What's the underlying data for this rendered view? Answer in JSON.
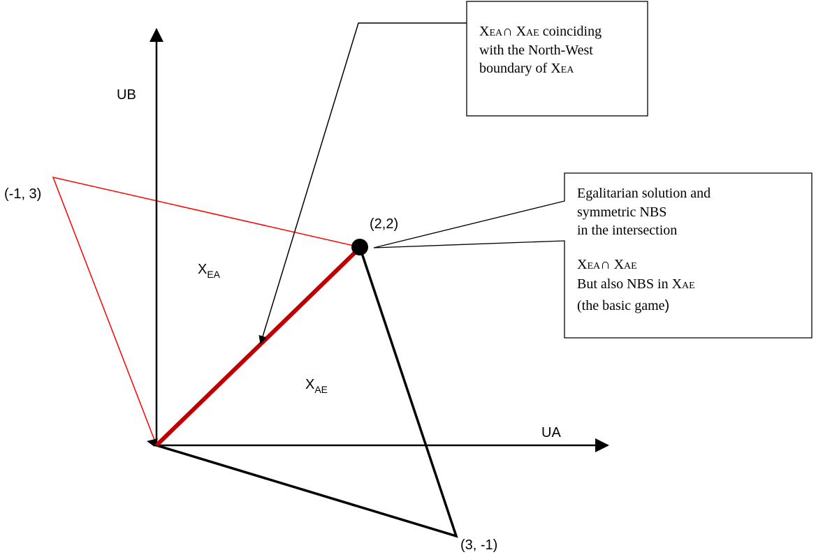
{
  "axes": {
    "x_label": "UA",
    "y_label": "UB"
  },
  "regions": {
    "xea": {
      "letter": "X",
      "sub": "EA"
    },
    "xae": {
      "letter": "X",
      "sub": "AE"
    }
  },
  "points": {
    "p_left": "(-1, 3)",
    "p_mid": "(2,2)",
    "p_bottom": "(3, -1)"
  },
  "callout_top": {
    "line1_x1": "X",
    "line1_sub1": "EA",
    "line1_cap": "∩ X",
    "line1_sub2": "AE",
    "line1_tail": " coinciding",
    "line2": "with the North-West",
    "line3_main": "boundary of X",
    "line3_sub": "EA"
  },
  "callout_right": {
    "line1": "Egalitarian solution and",
    "line2": "symmetric NBS",
    "line3": "in the intersection",
    "line4_x1": "X",
    "line4_sub1": "EA",
    "line4_cap": "∩ X",
    "line4_sub2": "AE",
    "line5_main": "But also NBS in X",
    "line5_sub": "AE",
    "line6_main": "(the basic game",
    "line6_paren": ")"
  },
  "colors": {
    "axis": "#000000",
    "triangle_ea": "#ff0000",
    "triangle_ae": "#000000",
    "intersection": "#c00000",
    "point": "#000000"
  }
}
